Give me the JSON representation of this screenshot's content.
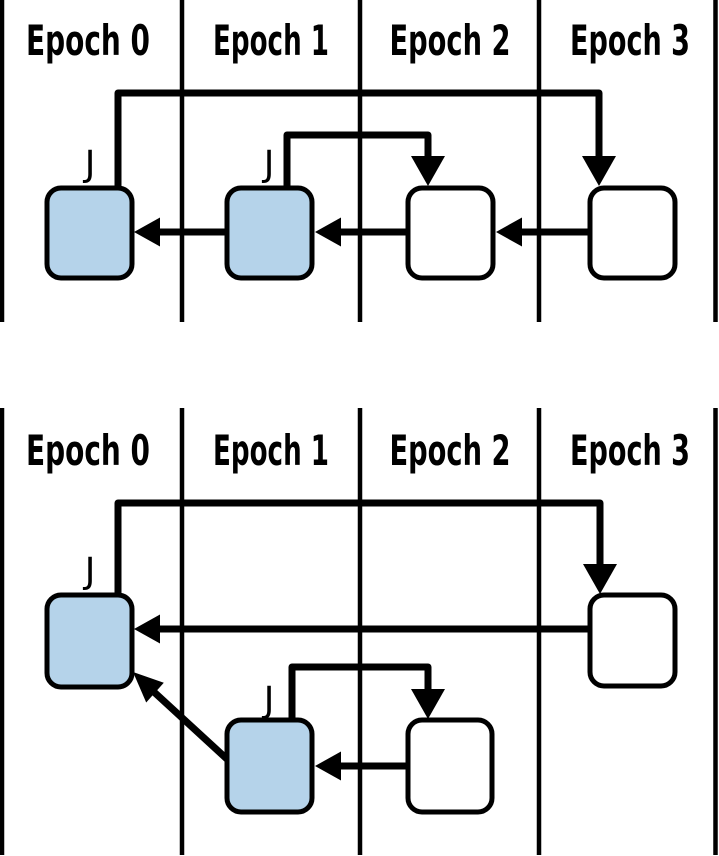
{
  "figure": {
    "description": "Two-panel epoch timeline diagram with task boxes and dependency arrows",
    "colors": {
      "highlight_fill": "#b5d3ea",
      "plain_fill": "#ffffff",
      "line": "#000000",
      "background": "#ffffff"
    },
    "task_label": "J",
    "panels": [
      {
        "id": "top",
        "epochs": [
          {
            "label": "Epoch 0"
          },
          {
            "label": "Epoch 1"
          },
          {
            "label": "Epoch 2"
          },
          {
            "label": "Epoch 3"
          }
        ],
        "boxes": [
          {
            "epoch": "Epoch 0",
            "tag": "J",
            "highlighted": true
          },
          {
            "epoch": "Epoch 1",
            "tag": "J",
            "highlighted": true
          },
          {
            "epoch": "Epoch 2",
            "tag": "",
            "highlighted": false
          },
          {
            "epoch": "Epoch 3",
            "tag": "",
            "highlighted": false
          }
        ],
        "arrows": [
          {
            "from": "box-epoch0",
            "to": "box-epoch3",
            "shape": "elbow-over-top",
            "head": "down"
          },
          {
            "from": "box-epoch1",
            "to": "box-epoch2",
            "shape": "elbow-over-top",
            "head": "down"
          },
          {
            "from": "box-epoch3",
            "to": "box-epoch2",
            "shape": "horizontal",
            "head": "left"
          },
          {
            "from": "box-epoch2",
            "to": "box-epoch1",
            "shape": "horizontal",
            "head": "left"
          },
          {
            "from": "box-epoch1",
            "to": "box-epoch0",
            "shape": "horizontal",
            "head": "left"
          }
        ]
      },
      {
        "id": "bottom",
        "epochs": [
          {
            "label": "Epoch 0"
          },
          {
            "label": "Epoch 1"
          },
          {
            "label": "Epoch 2"
          },
          {
            "label": "Epoch 3"
          }
        ],
        "boxes": [
          {
            "epoch": "Epoch 0",
            "tag": "J",
            "highlighted": true
          },
          {
            "epoch": "Epoch 1",
            "tag": "J",
            "highlighted": true
          },
          {
            "epoch": "Epoch 2",
            "tag": "",
            "highlighted": false
          },
          {
            "epoch": "Epoch 3",
            "tag": "",
            "highlighted": false
          }
        ],
        "arrows": [
          {
            "from": "box-epoch0",
            "to": "box-epoch3",
            "shape": "elbow-over-top",
            "head": "down"
          },
          {
            "from": "box-epoch3",
            "to": "box-epoch0",
            "shape": "horizontal-long",
            "head": "left"
          },
          {
            "from": "box-epoch1",
            "to": "box-epoch0",
            "shape": "diagonal",
            "head": "up-left"
          },
          {
            "from": "box-epoch1",
            "to": "box-epoch2",
            "shape": "elbow-over-top",
            "head": "down"
          },
          {
            "from": "box-epoch2",
            "to": "box-epoch1",
            "shape": "horizontal",
            "head": "left"
          }
        ]
      }
    ]
  }
}
